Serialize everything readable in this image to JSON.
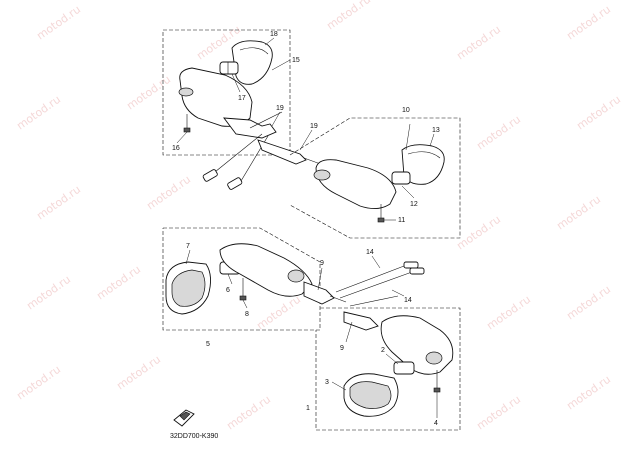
{
  "watermark": "motod.ru",
  "diagram_code": "32DD700-K390",
  "callouts": {
    "c1": "1",
    "c2": "2",
    "c3": "3",
    "c4": "4",
    "c5": "5",
    "c6": "6",
    "c7": "7",
    "c8": "8",
    "c9a": "9",
    "c9b": "9",
    "c10": "10",
    "c11": "11",
    "c12": "12",
    "c13": "13",
    "c14a": "14",
    "c14b": "14",
    "c15": "15",
    "c16": "16",
    "c17": "17",
    "c18": "18",
    "c19a": "19",
    "c19b": "19"
  },
  "colors": {
    "ink": "#111111",
    "watermark": "#e8a8a8",
    "background": "#ffffff"
  }
}
